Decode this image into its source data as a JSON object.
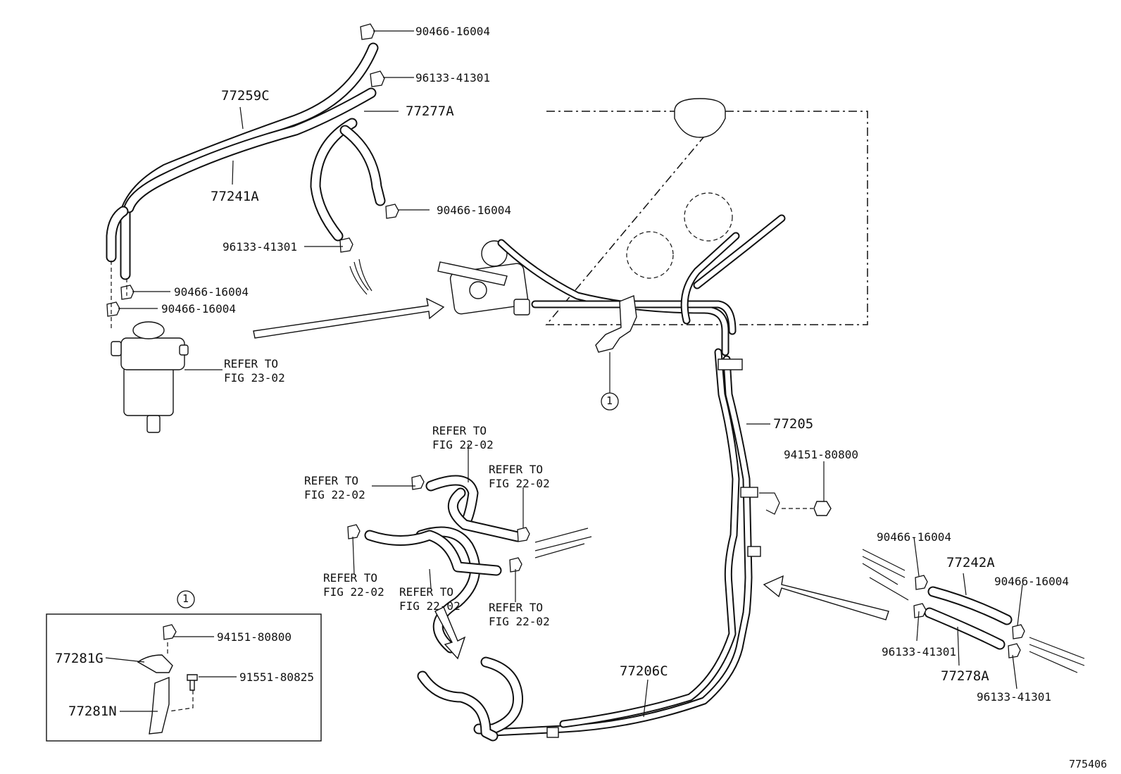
{
  "callouts": {
    "c_90466_top": "90466-16004",
    "c_96133_top": "96133-41301",
    "c_77259c": "77259C",
    "c_77277a": "77277A",
    "c_77241a": "77241A",
    "c_90466_mid": "90466-16004",
    "c_96133_mid": "96133-41301",
    "c_90466_l1": "90466-16004",
    "c_90466_l2": "90466-16004",
    "c_77205": "77205",
    "c_94151_main": "94151-80800",
    "c_90466_r1": "90466-16004",
    "c_77242a": "77242A",
    "c_90466_r2": "90466-16004",
    "c_96133_r1": "96133-41301",
    "c_77278a": "77278A",
    "c_96133_r2": "96133-41301",
    "c_77206c": "77206C",
    "c_94151_inset": "94151-80800",
    "c_77281g": "77281G",
    "c_91551": "91551-80825",
    "c_77281n": "77281N",
    "c_circle1": "1",
    "c_inset_circle1": "1",
    "diagram_id": "775406"
  },
  "refs": {
    "ref_fig_23_02": {
      "line1": "REFER TO",
      "line2": "FIG 23-02"
    },
    "ref_a": {
      "line1": "REFER TO",
      "line2": "FIG 22-02"
    },
    "ref_b": {
      "line1": "REFER TO",
      "line2": "FIG 22-02"
    },
    "ref_c": {
      "line1": "REFER TO",
      "line2": "FIG 22-02"
    },
    "ref_d": {
      "line1": "REFER TO",
      "line2": "FIG 22-02"
    },
    "ref_e": {
      "line1": "REFER TO",
      "line2": "FIG 22-02"
    },
    "ref_f": {
      "line1": "REFER TO",
      "line2": "FIG 22-02"
    }
  }
}
